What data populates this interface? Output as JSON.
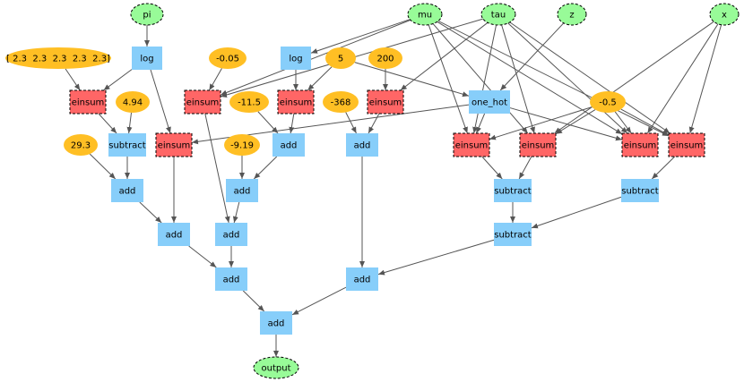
{
  "colors": {
    "input_fill": "#98fb98",
    "const_fill": "#ffbf24",
    "op_fill": "#87cefa",
    "einsum_fill": "#ff6666",
    "edge": "#555555"
  },
  "nodes": [
    {
      "id": "pi",
      "label": "pi",
      "kind": "input"
    },
    {
      "id": "mu",
      "label": "mu",
      "kind": "input"
    },
    {
      "id": "tau",
      "label": "tau",
      "kind": "input"
    },
    {
      "id": "z",
      "label": "z",
      "kind": "input"
    },
    {
      "id": "x",
      "label": "x",
      "kind": "input"
    },
    {
      "id": "c_arr",
      "label": "[ 2.3  2.3  2.3  2.3  2.3]",
      "kind": "const"
    },
    {
      "id": "log1",
      "label": "log",
      "kind": "op"
    },
    {
      "id": "c_005",
      "label": "-0.05",
      "kind": "const"
    },
    {
      "id": "log2",
      "label": "log",
      "kind": "op"
    },
    {
      "id": "c_5",
      "label": "5",
      "kind": "const"
    },
    {
      "id": "c_200",
      "label": "200",
      "kind": "const"
    },
    {
      "id": "ein1",
      "label": "einsum",
      "kind": "einsum"
    },
    {
      "id": "c_494",
      "label": "4.94",
      "kind": "const"
    },
    {
      "id": "ein2",
      "label": "einsum",
      "kind": "einsum"
    },
    {
      "id": "c_115",
      "label": "-11.5",
      "kind": "const"
    },
    {
      "id": "ein3",
      "label": "einsum",
      "kind": "einsum"
    },
    {
      "id": "c_368",
      "label": "-368",
      "kind": "const"
    },
    {
      "id": "ein4",
      "label": "einsum",
      "kind": "einsum"
    },
    {
      "id": "onehot",
      "label": "one_hot",
      "kind": "op"
    },
    {
      "id": "c_05",
      "label": "-0.5",
      "kind": "const"
    },
    {
      "id": "c_293",
      "label": "29.3",
      "kind": "const"
    },
    {
      "id": "sub1",
      "label": "subtract",
      "kind": "op"
    },
    {
      "id": "ein5",
      "label": "einsum",
      "kind": "einsum"
    },
    {
      "id": "c_919",
      "label": "-9.19",
      "kind": "const"
    },
    {
      "id": "add1",
      "label": "add",
      "kind": "op"
    },
    {
      "id": "add2",
      "label": "add",
      "kind": "op"
    },
    {
      "id": "ein6",
      "label": "einsum",
      "kind": "einsum"
    },
    {
      "id": "ein7",
      "label": "einsum",
      "kind": "einsum"
    },
    {
      "id": "ein8",
      "label": "einsum",
      "kind": "einsum"
    },
    {
      "id": "ein9",
      "label": "einsum",
      "kind": "einsum"
    },
    {
      "id": "add3",
      "label": "add",
      "kind": "op"
    },
    {
      "id": "add4",
      "label": "add",
      "kind": "op"
    },
    {
      "id": "sub2",
      "label": "subtract",
      "kind": "op"
    },
    {
      "id": "sub3",
      "label": "subtract",
      "kind": "op"
    },
    {
      "id": "add5",
      "label": "add",
      "kind": "op"
    },
    {
      "id": "add6",
      "label": "add",
      "kind": "op"
    },
    {
      "id": "sub4",
      "label": "subtract",
      "kind": "op"
    },
    {
      "id": "add7",
      "label": "add",
      "kind": "op"
    },
    {
      "id": "add8",
      "label": "add",
      "kind": "op"
    },
    {
      "id": "add9",
      "label": "add",
      "kind": "op"
    },
    {
      "id": "output",
      "label": "output",
      "kind": "input"
    }
  ],
  "edges": [
    [
      "pi",
      "log1"
    ],
    [
      "log1",
      "ein1"
    ],
    [
      "c_arr",
      "ein1"
    ],
    [
      "log1",
      "ein5"
    ],
    [
      "mu",
      "ein2"
    ],
    [
      "tau",
      "ein2"
    ],
    [
      "c_005",
      "ein2"
    ],
    [
      "mu",
      "log2"
    ],
    [
      "log2",
      "ein3"
    ],
    [
      "c_5",
      "ein3"
    ],
    [
      "c_5",
      "onehot"
    ],
    [
      "c_200",
      "ein4"
    ],
    [
      "tau",
      "ein4"
    ],
    [
      "ein1",
      "sub1"
    ],
    [
      "c_494",
      "sub1"
    ],
    [
      "c_115",
      "add3"
    ],
    [
      "ein3",
      "add3"
    ],
    [
      "c_368",
      "add4"
    ],
    [
      "ein4",
      "add4"
    ],
    [
      "onehot",
      "ein5"
    ],
    [
      "onehot",
      "ein6"
    ],
    [
      "onehot",
      "ein8"
    ],
    [
      "mu",
      "ein6"
    ],
    [
      "tau",
      "ein6"
    ],
    [
      "mu",
      "ein7"
    ],
    [
      "tau",
      "ein7"
    ],
    [
      "mu",
      "ein8"
    ],
    [
      "tau",
      "ein8"
    ],
    [
      "mu",
      "ein9"
    ],
    [
      "tau",
      "ein9"
    ],
    [
      "z",
      "onehot"
    ],
    [
      "x",
      "ein7"
    ],
    [
      "x",
      "ein8"
    ],
    [
      "x",
      "ein9"
    ],
    [
      "c_05",
      "ein6"
    ],
    [
      "c_05",
      "ein7"
    ],
    [
      "c_05",
      "ein8"
    ],
    [
      "c_05",
      "ein9"
    ],
    [
      "c_293",
      "add1"
    ],
    [
      "sub1",
      "add1"
    ],
    [
      "c_919",
      "add2"
    ],
    [
      "add3",
      "add2"
    ],
    [
      "ein6",
      "sub2"
    ],
    [
      "ein7",
      "sub2"
    ],
    [
      "ein9",
      "sub3"
    ],
    [
      "add1",
      "add5"
    ],
    [
      "ein5",
      "add5"
    ],
    [
      "ein2",
      "add6"
    ],
    [
      "sub2",
      "sub4"
    ],
    [
      "sub3",
      "sub4"
    ],
    [
      "add5",
      "add7"
    ],
    [
      "add6",
      "add7"
    ],
    [
      "add2",
      "add6"
    ],
    [
      "add4",
      "add8"
    ],
    [
      "sub4",
      "add8"
    ],
    [
      "add7",
      "add9"
    ],
    [
      "add8",
      "add9"
    ],
    [
      "add9",
      "output"
    ]
  ]
}
